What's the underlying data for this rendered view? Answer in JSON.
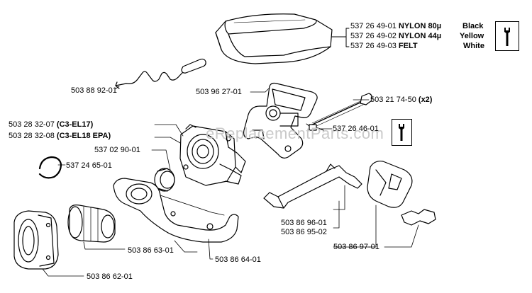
{
  "watermark": "eReplacementParts.com",
  "air_filter": {
    "rows": [
      {
        "part": "537 26 49-01",
        "name": "NYLON 80µ",
        "color": "Black"
      },
      {
        "part": "537 26 49-02",
        "name": "NYLON 44µ",
        "color": "Yellow"
      },
      {
        "part": "537 26 49-03",
        "name": "FELT",
        "color": "White"
      }
    ]
  },
  "labels": {
    "p_503889201": "503 88 92-01",
    "p_503962701": "503 96 27-01",
    "p_503217450": "503 21 74-50",
    "p_503217450_qty": "(x2)",
    "p_537264601": "537 26 46-01",
    "p_503283207": "503 28 32-07",
    "p_503283207_model": "(C3-EL17)",
    "p_503283208": "503 28 32-08",
    "p_503283208_model": "(C3-EL18 EPA)",
    "p_537029001": "537 02 90-01",
    "p_537246501": "537 24 65-01",
    "p_503869601": "503 86 96-01",
    "p_503869502": "503 86 95-02",
    "p_503869701": "503 86 97-01",
    "p_503866301": "503 86 63-01",
    "p_503866401": "503 86 64-01",
    "p_503866201": "503 86 62-01"
  },
  "icons": [
    "wrench-icon",
    "wrench-icon"
  ]
}
